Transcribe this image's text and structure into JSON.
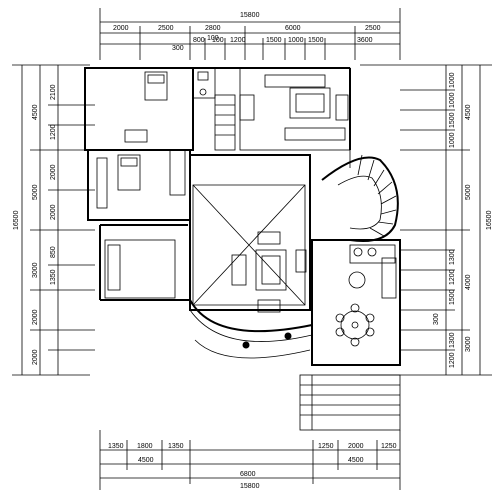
{
  "dims": {
    "top_total": "15800",
    "top_row1": [
      "2000",
      "2500",
      "2800",
      "6000",
      "2500"
    ],
    "top_row2_left": "300",
    "top_row2_mid": [
      "800",
      "100",
      "1200",
      "1500",
      "1000",
      "1500"
    ],
    "top_row2_right": "3600",
    "top_row2_top": "100",
    "right_total": "16500",
    "right_outer": [
      "4500",
      "5000",
      "4000",
      "3000"
    ],
    "right_inner": [
      "1000",
      "1000",
      "1500",
      "1000",
      "1300",
      "1200",
      "1500",
      "1300",
      "1200"
    ],
    "right_small": "300",
    "left_total": "16500",
    "left_outer": [
      "4500",
      "5000",
      "3000",
      "2000",
      "2000"
    ],
    "left_inner": [
      "2100",
      "1200",
      "2000",
      "2000",
      "850",
      "1350"
    ],
    "bottom_row1": [
      "1350",
      "1800",
      "1350",
      "1250",
      "2000",
      "1250"
    ],
    "bottom_row2": [
      "4500",
      "6800",
      "4500"
    ],
    "bottom_total": "15800"
  },
  "colors": {
    "line": "#000000",
    "background": "#ffffff"
  }
}
